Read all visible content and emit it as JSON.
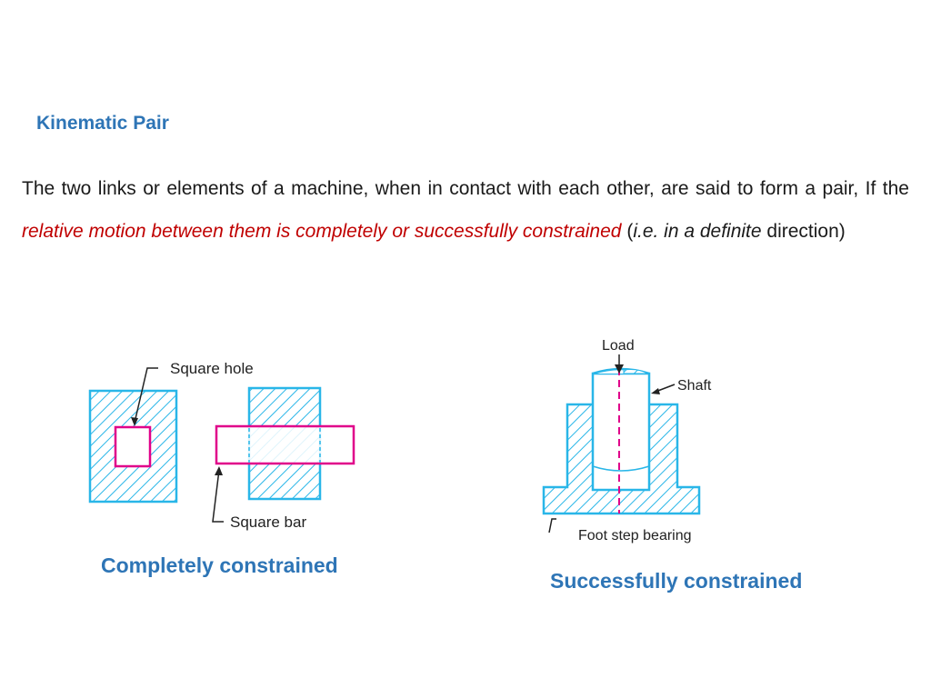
{
  "heading": "Kinematic Pair",
  "paragraph": {
    "part1": "The two links or elements of a machine, when in contact with each other, are said to form a pair, If the ",
    "red1": "relative motion between them is completely or successfully constrained",
    "part2": " (",
    "ital1": "i.e. in a definite",
    "part3": " direction)"
  },
  "figure_left": {
    "label_square_hole": "Square hole",
    "label_square_bar": "Square bar",
    "caption": "Completely constrained"
  },
  "figure_right": {
    "label_load": "Load",
    "label_shaft": "Shaft",
    "label_foot_step": "Foot step bearing",
    "caption": "Successfully constrained"
  },
  "colors": {
    "heading": "#2e75b6",
    "emphasis": "#c00000",
    "hatch": "#29b6e8",
    "bar": "#e0008a"
  }
}
